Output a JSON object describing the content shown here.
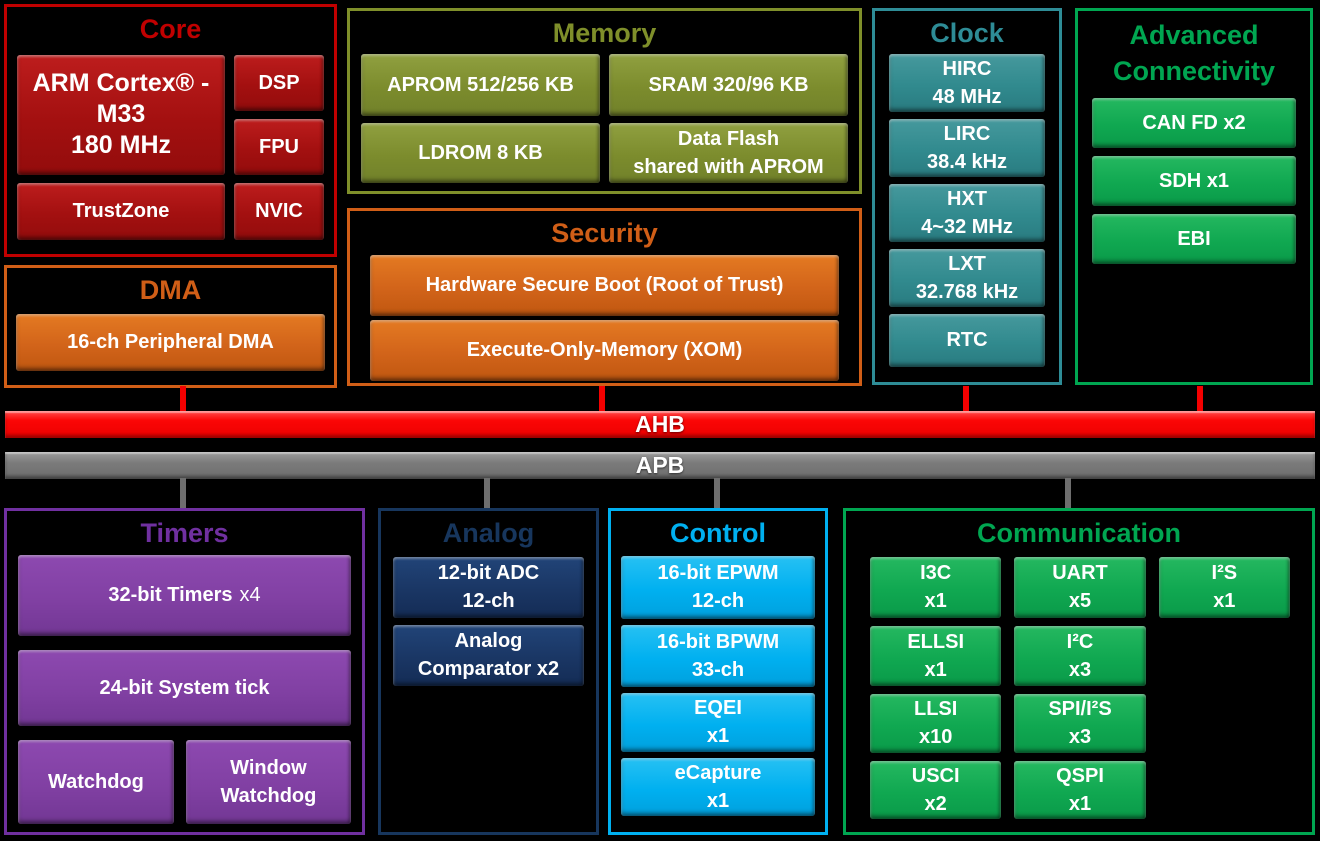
{
  "colors": {
    "core_red": "#C00000",
    "memory_olive": "#7F8F2A",
    "dma_security_orange": "#D05E17",
    "clock_teal": "#2E8C96",
    "connectivity_green": "#00A651",
    "timers_purple": "#7030A0",
    "analog_navy": "#17365D",
    "control_blue": "#00B0F0",
    "ahb_red": "#FF0000",
    "apb_gray": "#7B7B7B"
  },
  "core": {
    "title": "Core",
    "cpu_lines": [
      "ARM Cortex® -",
      "M33",
      "180 MHz"
    ],
    "dsp": "DSP",
    "fpu": "FPU",
    "trustzone": "TrustZone",
    "nvic": "NVIC"
  },
  "dma": {
    "title": "DMA",
    "block": "16-ch Peripheral DMA"
  },
  "memory": {
    "title": "Memory",
    "aprom": "APROM 512/256 KB",
    "sram": "SRAM 320/96 KB",
    "ldrom": "LDROM 8 KB",
    "dataflash_lines": [
      "Data Flash",
      "shared with APROM"
    ]
  },
  "security": {
    "title": "Security",
    "boot": "Hardware Secure Boot (Root of Trust)",
    "xom": "Execute-Only-Memory (XOM)"
  },
  "clock": {
    "title": "Clock",
    "hirc": [
      "HIRC",
      "48 MHz"
    ],
    "lirc": [
      "LIRC",
      "38.4 kHz"
    ],
    "hxt": [
      "HXT",
      "4~32 MHz"
    ],
    "lxt": [
      "LXT",
      "32.768 kHz"
    ],
    "rtc": "RTC"
  },
  "adv": {
    "title_lines": [
      "Advanced",
      "Connectivity"
    ],
    "canfd": "CAN FD x2",
    "sdh": "SDH x1",
    "ebi": "EBI"
  },
  "buses": {
    "ahb_label": "AHB",
    "apb_label": "APB"
  },
  "timers": {
    "title": "Timers",
    "t32": {
      "label": "32-bit Timers",
      "suffix": "x4"
    },
    "systick": "24-bit System tick",
    "watchdog": "Watchdog",
    "window_watchdog_lines": [
      "Window",
      "Watchdog"
    ]
  },
  "analog": {
    "title": "Analog",
    "adc_lines": [
      "12-bit ADC",
      "12-ch"
    ],
    "acmp_lines": [
      "Analog",
      "Comparator x2"
    ]
  },
  "control": {
    "title": "Control",
    "epwm": [
      "16-bit EPWM",
      "12-ch"
    ],
    "bpwm": [
      "16-bit BPWM",
      "33-ch"
    ],
    "eqei": [
      "EQEI",
      "x1"
    ],
    "ecapture": [
      "eCapture",
      "x1"
    ]
  },
  "comm": {
    "title": "Communication",
    "i3c": {
      "name": "I3C",
      "count": "x1"
    },
    "uart": {
      "name": "UART",
      "count": "x5"
    },
    "i2s": {
      "name": "I²S",
      "count": "x1"
    },
    "ellsi": {
      "name": "ELLSI",
      "count": "x1"
    },
    "i2c": {
      "name": "I²C",
      "count": "x3"
    },
    "llsi": {
      "name": "LLSI",
      "count": "x10"
    },
    "spi": {
      "name": "SPI/I²S",
      "count": "x3"
    },
    "usci": {
      "name": "USCI",
      "count": "x2"
    },
    "qspi": {
      "name": "QSPI",
      "count": "x1"
    }
  }
}
